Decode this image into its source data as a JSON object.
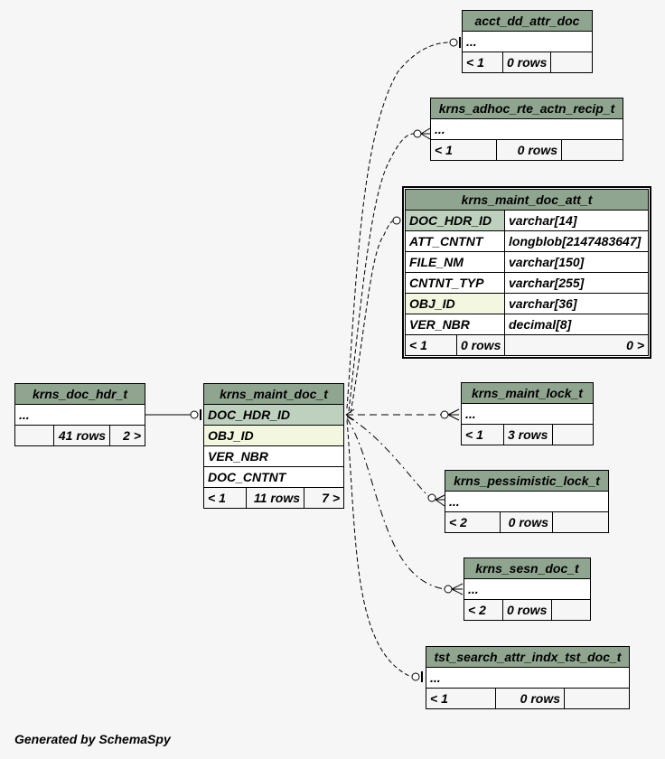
{
  "footer": "Generated by SchemaSpy",
  "tables": {
    "acct_dd_attr_doc": {
      "name": "acct_dd_attr_doc",
      "ellipsis": "...",
      "parents": "< 1",
      "rows": "0 rows",
      "children": ""
    },
    "krns_adhoc_rte_actn_recip_t": {
      "name": "krns_adhoc_rte_actn_recip_t",
      "ellipsis": "...",
      "parents": "< 1",
      "rows": "0 rows",
      "children": ""
    },
    "krns_maint_doc_att_t": {
      "name": "krns_maint_doc_att_t",
      "columns": [
        {
          "name": "DOC_HDR_ID",
          "type": "varchar[14]"
        },
        {
          "name": "ATT_CNTNT",
          "type": "longblob[2147483647]"
        },
        {
          "name": "FILE_NM",
          "type": "varchar[150]"
        },
        {
          "name": "CNTNT_TYP",
          "type": "varchar[255]"
        },
        {
          "name": "OBJ_ID",
          "type": "varchar[36]"
        },
        {
          "name": "VER_NBR",
          "type": "decimal[8]"
        }
      ],
      "parents": "< 1",
      "rows": "0 rows",
      "children": "0 >"
    },
    "krns_doc_hdr_t": {
      "name": "krns_doc_hdr_t",
      "ellipsis": "...",
      "parents": "",
      "rows": "41 rows",
      "children": "2 >"
    },
    "krns_maint_doc_t": {
      "name": "krns_maint_doc_t",
      "columns": [
        "DOC_HDR_ID",
        "OBJ_ID",
        "VER_NBR",
        "DOC_CNTNT"
      ],
      "parents": "< 1",
      "rows": "11 rows",
      "children": "7 >"
    },
    "krns_maint_lock_t": {
      "name": "krns_maint_lock_t",
      "ellipsis": "...",
      "parents": "< 1",
      "rows": "3 rows",
      "children": ""
    },
    "krns_pessimistic_lock_t": {
      "name": "krns_pessimistic_lock_t",
      "ellipsis": "...",
      "parents": "< 2",
      "rows": "0 rows",
      "children": ""
    },
    "krns_sesn_doc_t": {
      "name": "krns_sesn_doc_t",
      "ellipsis": "...",
      "parents": "< 2",
      "rows": "0 rows",
      "children": ""
    },
    "tst_search_attr_indx_tst_doc_t": {
      "name": "tst_search_attr_indx_tst_doc_t",
      "ellipsis": "...",
      "parents": "< 1",
      "rows": "0 rows",
      "children": ""
    }
  },
  "colors": {
    "header": "#8fa58f",
    "primary_key": "#bed1be",
    "foreign_key": "#f3f7df",
    "background": "#f6f6f6"
  }
}
